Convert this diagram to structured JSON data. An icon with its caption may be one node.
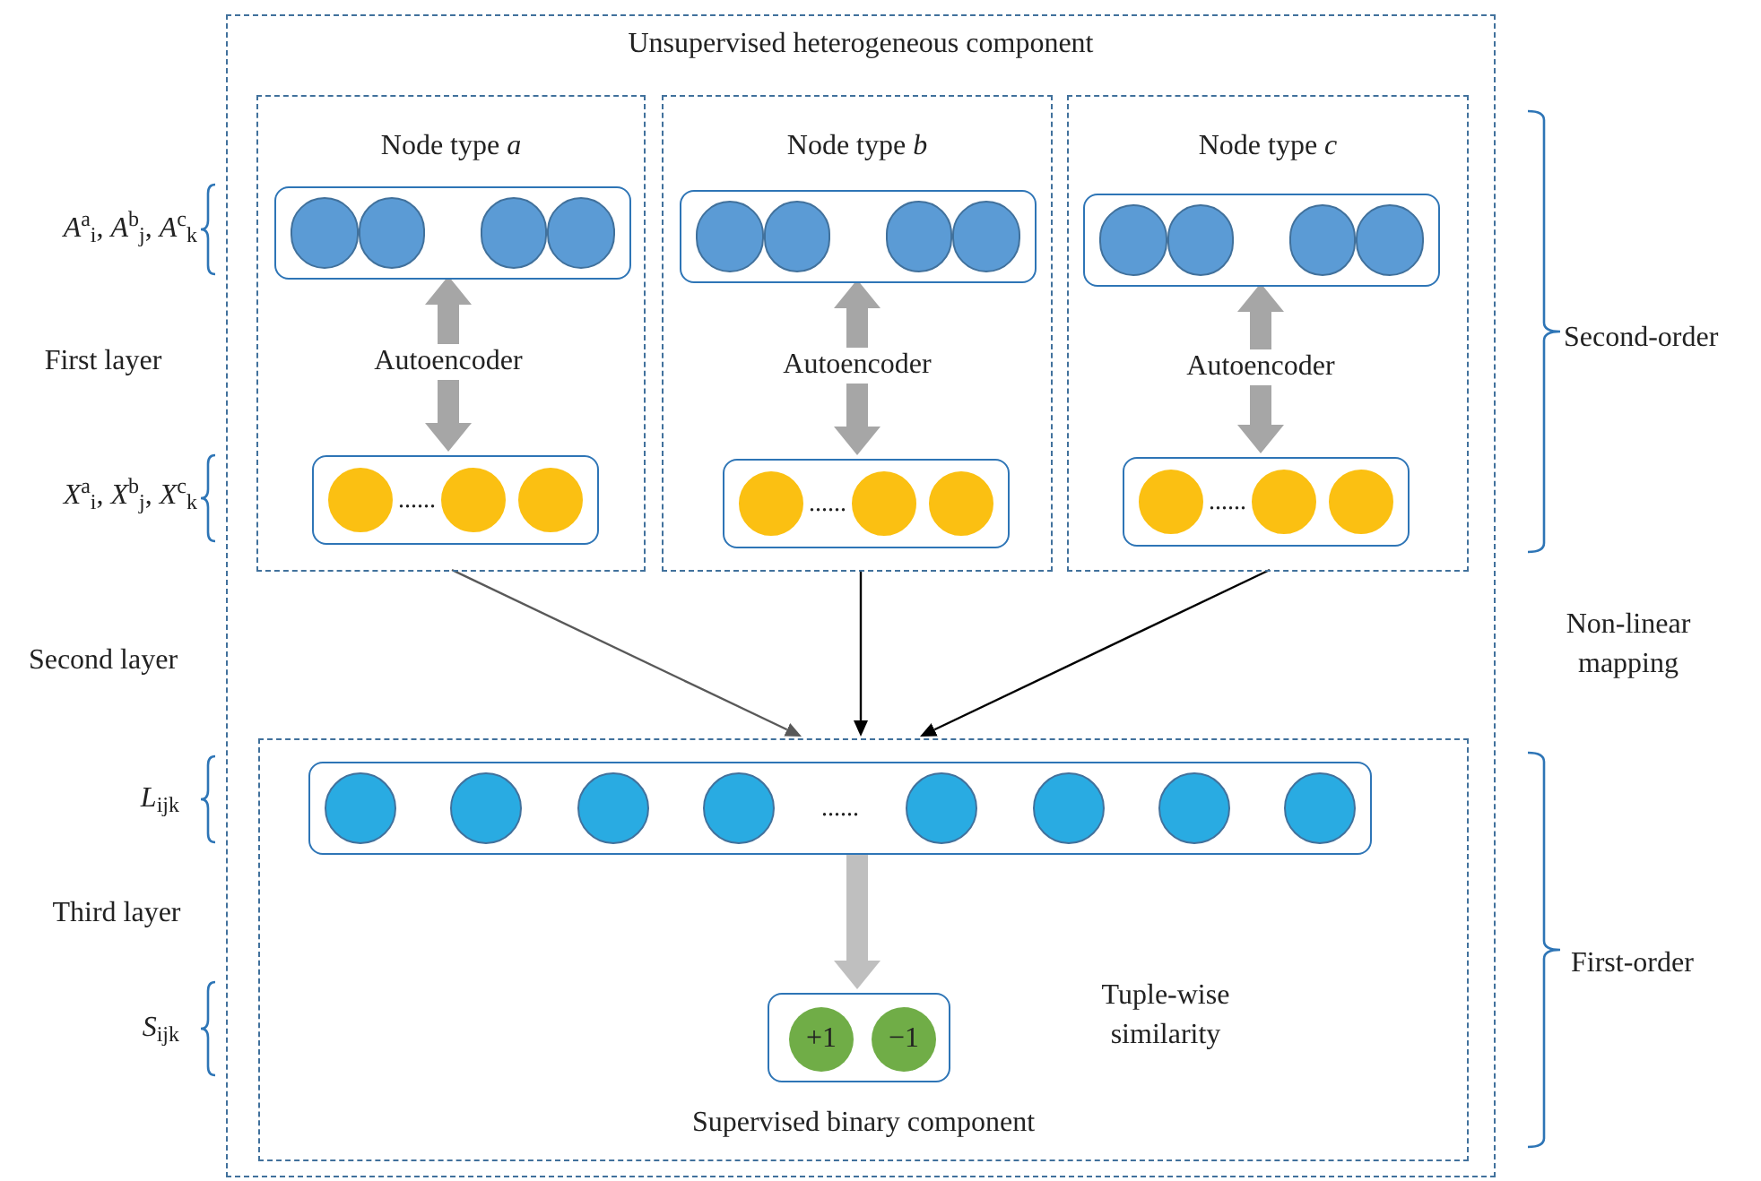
{
  "diagram": {
    "nodes": [
      {
        "text": [
          "Unsupervised heterogeneous component"
        ]
      },
      {
        "text": [
          "Node type *a*"
        ],
        "in": 0
      },
      {
        "text": [],
        "shape": "box",
        "in": 1
      },
      {
        "text": [
          "......"
        ],
        "in": 1
      },
      {
        "text": [
          "Node type *b*"
        ],
        "in": 0
      },
      {
        "text": [],
        "shape": "box",
        "in": 4
      },
      {
        "text": [
          "......"
        ],
        "in": 4
      },
      {
        "text": [
          "Node type *c*"
        ],
        "in": 0
      },
      {
        "text": [],
        "shape": "box",
        "in": 7
      },
      {
        "text": [
          "......"
        ],
        "in": 7
      },
      {
        "text": [
          "Supervised binary component"
        ],
        "in": 0
      },
      {
        "text": [
          "......"
        ],
        "in": 10
      },
      {
        "text": [],
        "shape": "box",
        "in": 10
      },
      {
        "text": [
          "+1"
        ],
        "in": 12
      },
      {
        "text": [
          "−1"
        ],
        "in": 12
      }
    ],
    "edges": [
      {
        "from": 2,
        "to": 3,
        "arrow": "both",
        "label": "Autoencoder",
        "style": "thick",
        "color": "#a6a6a6"
      },
      {
        "from": 5,
        "to": 6,
        "arrow": "both",
        "label": "Autoencoder",
        "style": "thick",
        "color": "#a6a6a6"
      },
      {
        "from": 8,
        "to": 9,
        "arrow": "both",
        "label": "Autoencoder",
        "style": "thick",
        "color": "#a6a6a6"
      },
      {
        "from": 1,
        "to": 10,
        "arrow": "to",
        "color": "#595959"
      },
      {
        "from": 4,
        "to": 10,
        "arrow": "to",
        "color": "#000000"
      },
      {
        "from": 7,
        "to": 10,
        "arrow": "to",
        "color": "#000000"
      },
      {
        "from": 11,
        "to": 12,
        "arrow": "to",
        "style": "thick",
        "color": "#bfbfbf"
      }
    ],
    "labels": [
      "*A*$^{a}$$_{i}$, *A*$^{b}$$_{j}$, *A*$^{c}$$_{k}$",
      "First layer",
      "*X*$^{a}$$_{i}$, *X*$^{b}$$_{j}$, *X*$^{c}$$_{k}$",
      "Second layer",
      "*L*$_{ijk}$",
      "Third layer",
      "*S*$_{ijk}$",
      "Second-order",
      "Non-linear mapping",
      "First-order",
      "Tuple-wise similarity"
    ]
  }
}
